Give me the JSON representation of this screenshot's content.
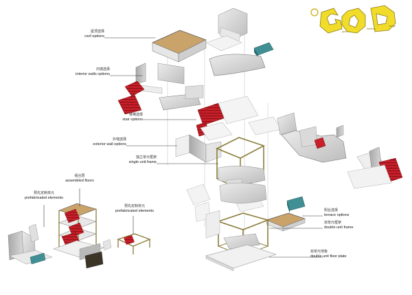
{
  "labels": {
    "roof": {
      "zh": "屋顶选择",
      "en": "roof options"
    },
    "interior": {
      "zh": "内墙选择",
      "en": "interior walls options"
    },
    "stair": {
      "zh": "楼梯选择",
      "en": "stair options"
    },
    "exterior": {
      "zh": "外墙选择",
      "en": "exterior wall options"
    },
    "single": {
      "zh": "独立单元框架",
      "en": "single unit frame"
    },
    "assembled": {
      "zh": "组合层",
      "en": "assembled floors"
    },
    "prefab_left": {
      "zh": "预先定制单元",
      "en": "prefabricated elements"
    },
    "prefab_right": {
      "zh": "预先定制单元",
      "en": "prefabricated elements"
    },
    "terrace": {
      "zh": "阳台选择",
      "en": "terrace options"
    },
    "double_frame": {
      "zh": "双单元框架",
      "en": "double unit frame"
    },
    "floor_plate": {
      "zh": "双单元地板",
      "en": "double unit floor plate"
    }
  },
  "logo": {
    "text": "GOD",
    "words": [
      "good",
      "dwelling",
      "design"
    ]
  },
  "colors": {
    "stair_red": "#c8202a",
    "roof_tan": "#c9a36a",
    "teal_box": "#3f8f95",
    "frame_olive": "#8a7b3a",
    "wall_grey": "#d6d6d6",
    "logo_yellow": "#f2dc2a"
  }
}
